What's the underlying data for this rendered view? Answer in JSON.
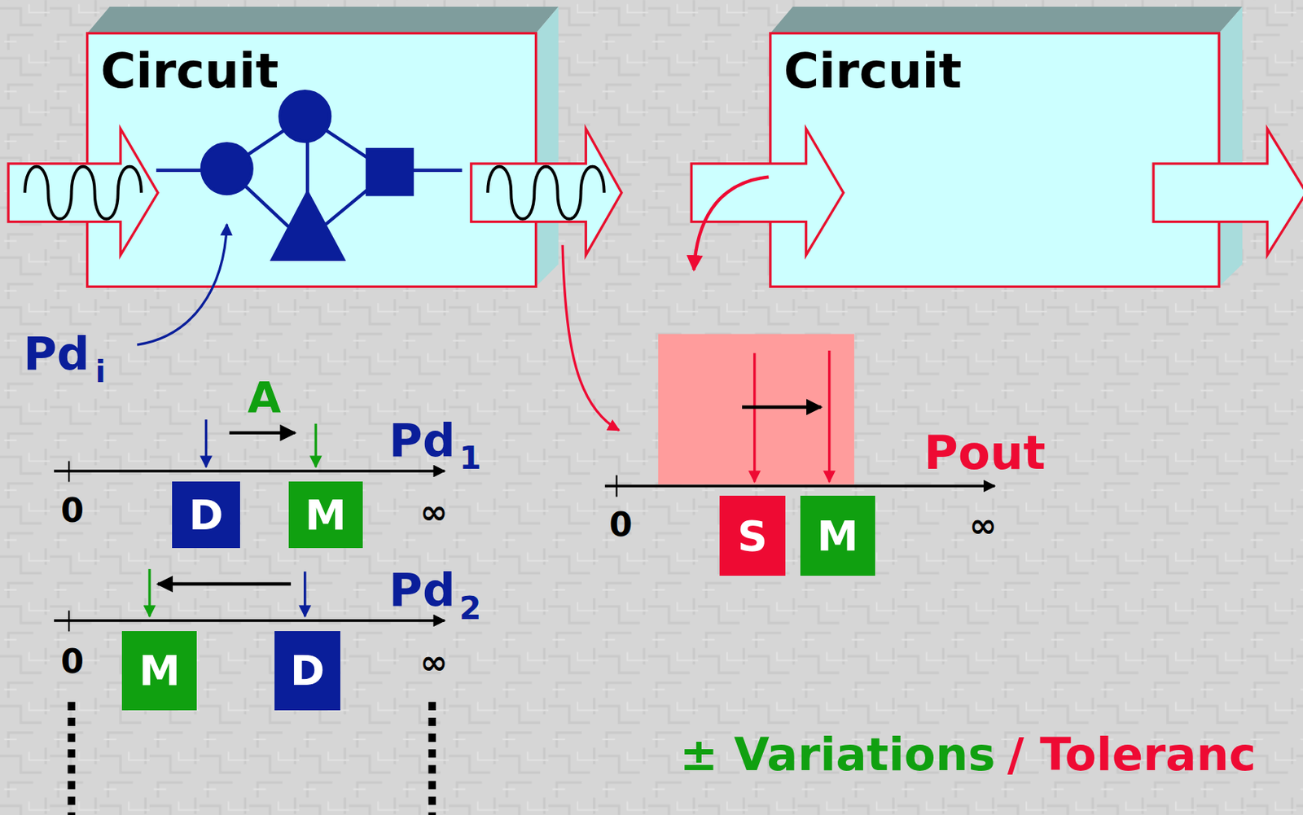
{
  "diagram": {
    "nodes": [
      {
        "text": [
          "Circuit"
        ]
      },
      {
        "text": [
          "Circuit"
        ]
      },
      {
        "text": [
          "D"
        ]
      },
      {
        "text": [
          "M"
        ]
      },
      {
        "text": [
          "M"
        ]
      },
      {
        "text": [
          "D"
        ]
      },
      {
        "text": [
          "S"
        ]
      },
      {
        "text": [
          "M"
        ]
      }
    ],
    "labels": [
      "Pd",
      "i",
      "A",
      "Pd",
      "1",
      "0",
      "∞",
      "Pd",
      "2",
      "0",
      "∞",
      "Pout",
      "0",
      "∞",
      "± Variations",
      "/ Toleranc"
    ]
  }
}
